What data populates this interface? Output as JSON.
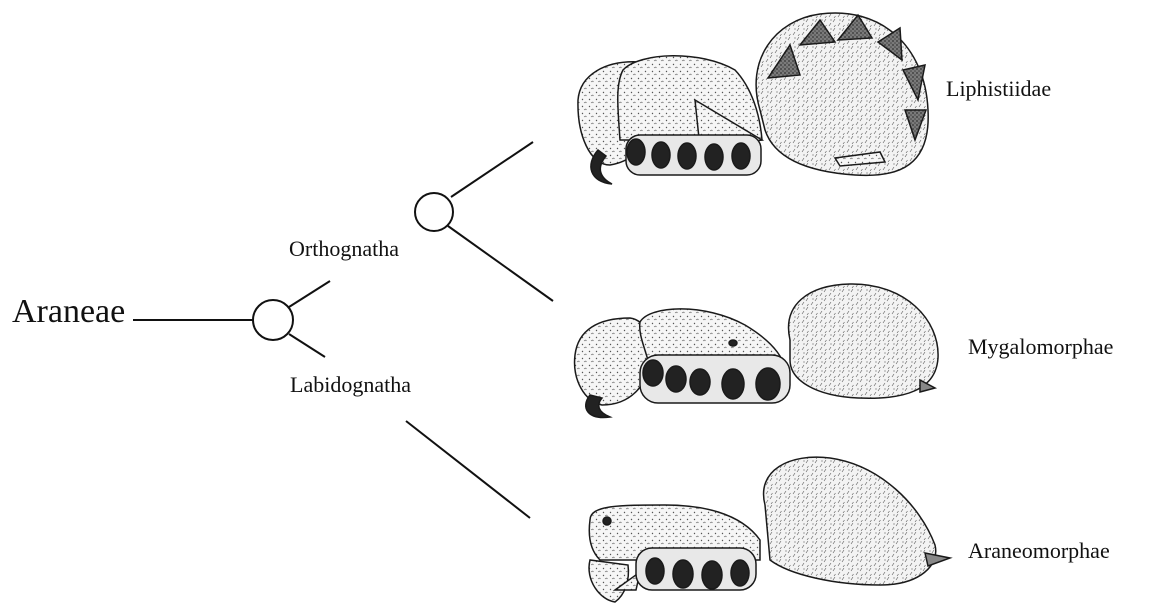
{
  "tree": {
    "root": "Araneae",
    "clades": {
      "orthognatha": "Orthognatha",
      "labidognatha": "Labidognatha"
    },
    "families": {
      "liphistiidae": "Liphistiidae",
      "mygalomorphae": "Mygalomorphae",
      "araneomorphae": "Araneomorphae"
    }
  },
  "colors": {
    "line": "#111111",
    "ink": "#1a1a1a",
    "fill": "#f4f4f4"
  },
  "illustrations": [
    "liphistiid-spider-drawing",
    "mygalomorph-spider-drawing",
    "araneomorph-spider-drawing"
  ]
}
